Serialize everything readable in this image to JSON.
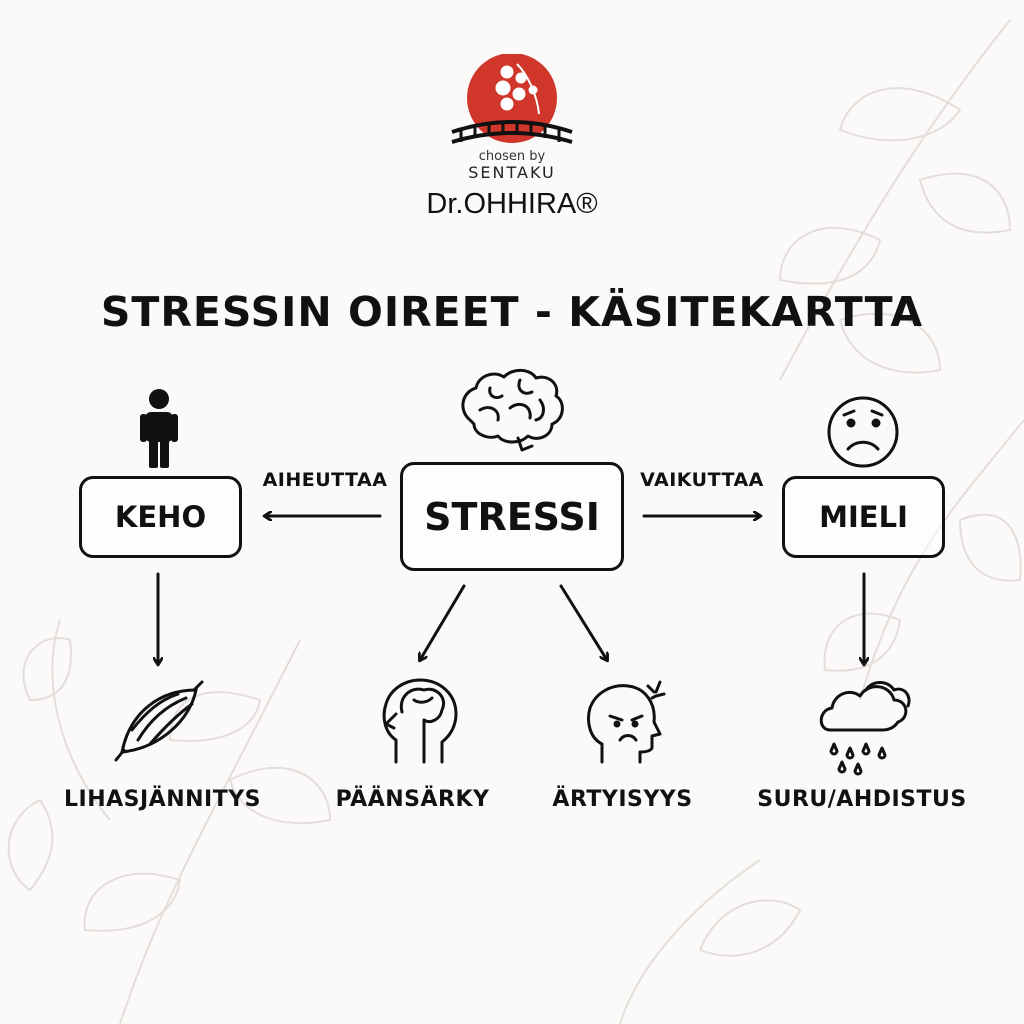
{
  "logo": {
    "chosen_by": "chosen by",
    "sentaku": "SENTAKU",
    "brand": "Dr.OHHIRA®"
  },
  "title": "STRESSIN OIREET - KÄSITEKARTTA",
  "nodes": {
    "keho": "KEHO",
    "stressi": "STRESSI",
    "mieli": "MIELI"
  },
  "edges": {
    "aiheuttaa": "AIHEUTTAA",
    "vaikuttaa": "VAIKUTTAA"
  },
  "symptoms": [
    {
      "label": "LIHASJÄNNITYS",
      "icon": "muscle-icon"
    },
    {
      "label": "PÄÄNSÄRKY",
      "icon": "head-brain-icon"
    },
    {
      "label": "ÄRTYISYYS",
      "icon": "angry-face-icon"
    },
    {
      "label": "SURU/AHDISTUS",
      "icon": "rain-cloud-icon"
    }
  ],
  "icons": [
    "person-icon",
    "brain-icon",
    "sad-face-icon"
  ],
  "colors": {
    "logo_red": "#d0362a",
    "ink": "#111111",
    "background": "#fbfaf9"
  }
}
